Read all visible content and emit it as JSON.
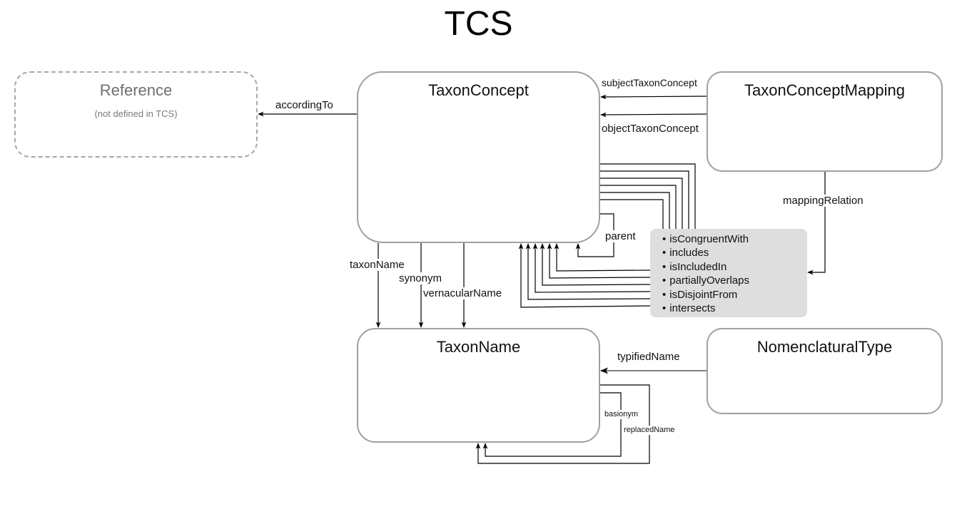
{
  "title": "TCS",
  "entities": {
    "reference": {
      "name": "Reference",
      "note": "(not defined in TCS)"
    },
    "taxon_concept": {
      "name": "TaxonConcept"
    },
    "taxon_concept_mapping": {
      "name": "TaxonConceptMapping"
    },
    "taxon_name": {
      "name": "TaxonName"
    },
    "nomenclatural_type": {
      "name": "NomenclaturalType"
    }
  },
  "relationship_types": [
    "isCongruentWith",
    "includes",
    "isIncludedIn",
    "partiallyOverlaps",
    "isDisjointFrom",
    "intersects"
  ],
  "edge_labels": {
    "according_to": "accordingTo",
    "subject_taxon_concept": "subjectTaxonConcept",
    "object_taxon_concept": "objectTaxonConcept",
    "mapping_relation": "mappingRelation",
    "parent": "parent",
    "taxon_name": "taxonName",
    "synonym": "synonym",
    "vernacular_name": "vernacularName",
    "typified_name": "typifiedName",
    "basionym": "basionym",
    "replaced_name": "replacedName"
  },
  "colors": {
    "box_border": "#a0a0a0",
    "dashed_border": "#a8a8a8",
    "relation_list_bg": "#dedede",
    "edge": "#000000"
  }
}
